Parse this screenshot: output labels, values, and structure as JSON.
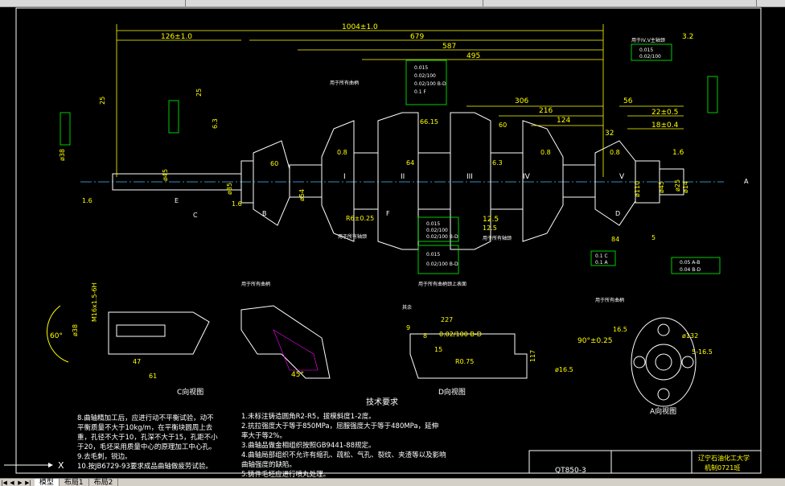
{
  "tabs": [
    "模型",
    "布局1",
    "布局2"
  ],
  "dimensions": {
    "top": [
      "1004±1.0",
      "679",
      "587",
      "495",
      "126±1.0",
      "306",
      "216",
      "124",
      "56",
      "32",
      "22±0.5",
      "18±0.4",
      "12.5"
    ],
    "left_side": [
      "ø38",
      "ø45",
      "ø85",
      "ø54",
      "25",
      "25",
      "6.3",
      "1.6",
      "60",
      "1.6"
    ],
    "angles": [
      "3.2",
      "1.6",
      "60°",
      "45°",
      "90°±0.25"
    ],
    "right_side": [
      "ø110",
      "ø45",
      "ø25",
      "ø14",
      "ø132",
      "5-16.5",
      "ø16.5",
      "16.5"
    ],
    "mid": [
      "R6±0.25",
      "12.5",
      "6.3",
      "0.8",
      "0.8",
      "0.8",
      "66.15",
      "60",
      "64",
      "84",
      "5"
    ]
  },
  "section_labels": [
    "I",
    "II",
    "III",
    "IV",
    "V",
    "C向视图",
    "D向视图",
    "A向视图"
  ],
  "callouts": {
    "c1": "用于所有曲柄",
    "c2": "用于所有轴颈",
    "c3": "用于所有曲柄颈上表面",
    "c4": "用于所有曲柄",
    "c5": "用于IV,V主轴颈",
    "c6": "用于所有曲柄",
    "c7": "用于所有轴颈",
    "c8": "其余"
  },
  "tolerances": {
    "t1": [
      "0.015",
      "0.02/100",
      "0.02/100 B-D",
      "0.1 F"
    ],
    "t2": [
      "0.015",
      "0.02/100",
      "0.02/100 B-D"
    ],
    "t3": [
      "0.015",
      "0.02/100 B-D"
    ],
    "t4": [
      "0.015",
      "0.02/100"
    ],
    "t5": [
      "0.05 A-B",
      "0.04 B-D"
    ],
    "t6": [
      "0.1 C",
      "0.1 A"
    ]
  },
  "side_labels": {
    "a": "C",
    "b": "A",
    "c": "B",
    "d": "D",
    "e": "E",
    "f": "F"
  },
  "detail_dims": {
    "c_view": [
      "47",
      "61",
      "ø38",
      "M16x1.5-6H",
      "60°"
    ],
    "d_view": [
      "227",
      "9",
      "8",
      "15",
      "R0.75",
      "117",
      "0.02/100 B-D",
      "45",
      "ø38"
    ],
    "a_view": [
      "90°±0.25",
      "ø132",
      "5-16.5",
      "ø16.5",
      "16.5",
      "0.1 A"
    ]
  },
  "tech_title": "技术要求",
  "tech_left": [
    "8.曲轴精加工后，应进行动不平衡试验，动不",
    "平衡质量不大于10kg/m，在平衡块圆周上去",
    "重，孔径不大于10，孔深不大于15，孔距不小",
    "于20，毛坯采用质量中心的原理加工中心孔。",
    "9.去毛刺，锐边。",
    "10.按JB6729-93要求成品曲轴做疲劳试验。"
  ],
  "tech_right": [
    "1.未标注铸造圆角R2-R5，拔模斜度1-2度。",
    "2.抗拉强度大于等于850MPa，屈服强度大于等于480MPa，延伸",
    "率大于等2%。",
    "3.曲轴品做金相组织按照GB9441-88规定。",
    "4.曲轴局部组织不允许有缩孔、疏松、气孔、裂纹、夹渣等以及影响",
    "曲轴强度的缺陷。",
    "5.铸件毛坯应进行喷丸处理。"
  ],
  "title_block": {
    "part_no": "QT850-3",
    "org_line1": "辽宁石油化工大学",
    "org_line2": "机制0721班"
  },
  "ucs": "X"
}
